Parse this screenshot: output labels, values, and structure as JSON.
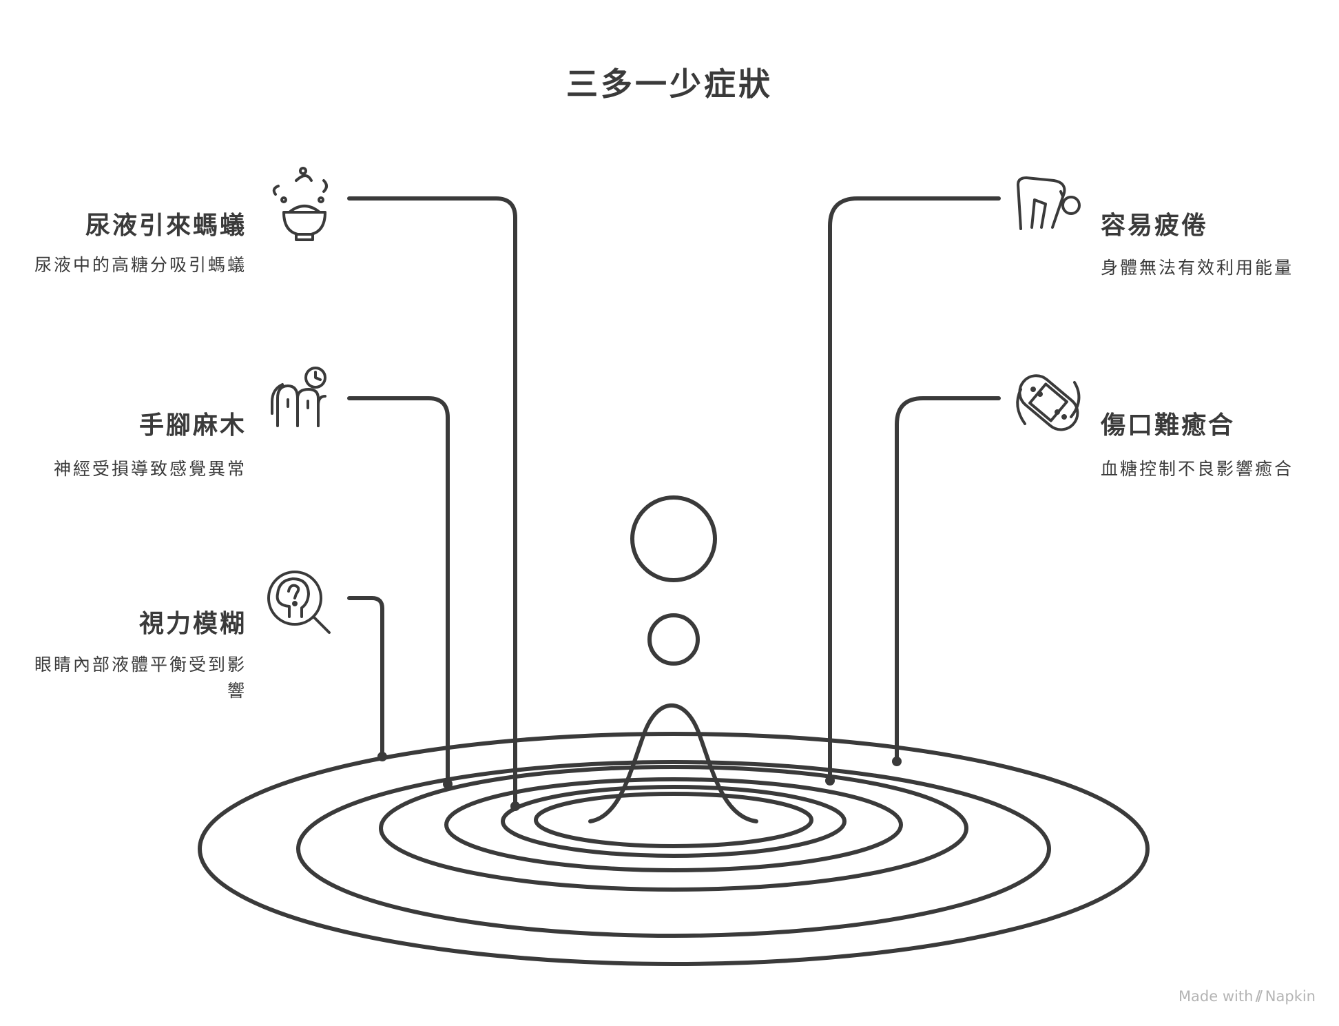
{
  "title": "三多一少症狀",
  "items": [
    {
      "title": "尿液引來螞蟻",
      "desc": "尿液中的高糖分吸引螞蟻",
      "icon": "bowl-splash-icon"
    },
    {
      "title": "手腳麻木",
      "desc": "神經受損導致感覺異常",
      "icon": "fingers-clock-icon"
    },
    {
      "title": "視力模糊",
      "desc": "眼睛內部液體平衡受到影響",
      "icon": "head-question-magnifier-icon"
    },
    {
      "title": "容易疲倦",
      "desc": "身體無法有效利用能量",
      "icon": "tired-person-icon"
    },
    {
      "title": "傷口難癒合",
      "desc": "血糖控制不良影響癒合",
      "icon": "bandage-icon"
    }
  ],
  "watermark": {
    "prefix": "Made with",
    "brand": "Napkin"
  },
  "colors": {
    "ink": "#3a3a3a",
    "watermark": "#b4b4b4",
    "background": "#ffffff"
  }
}
